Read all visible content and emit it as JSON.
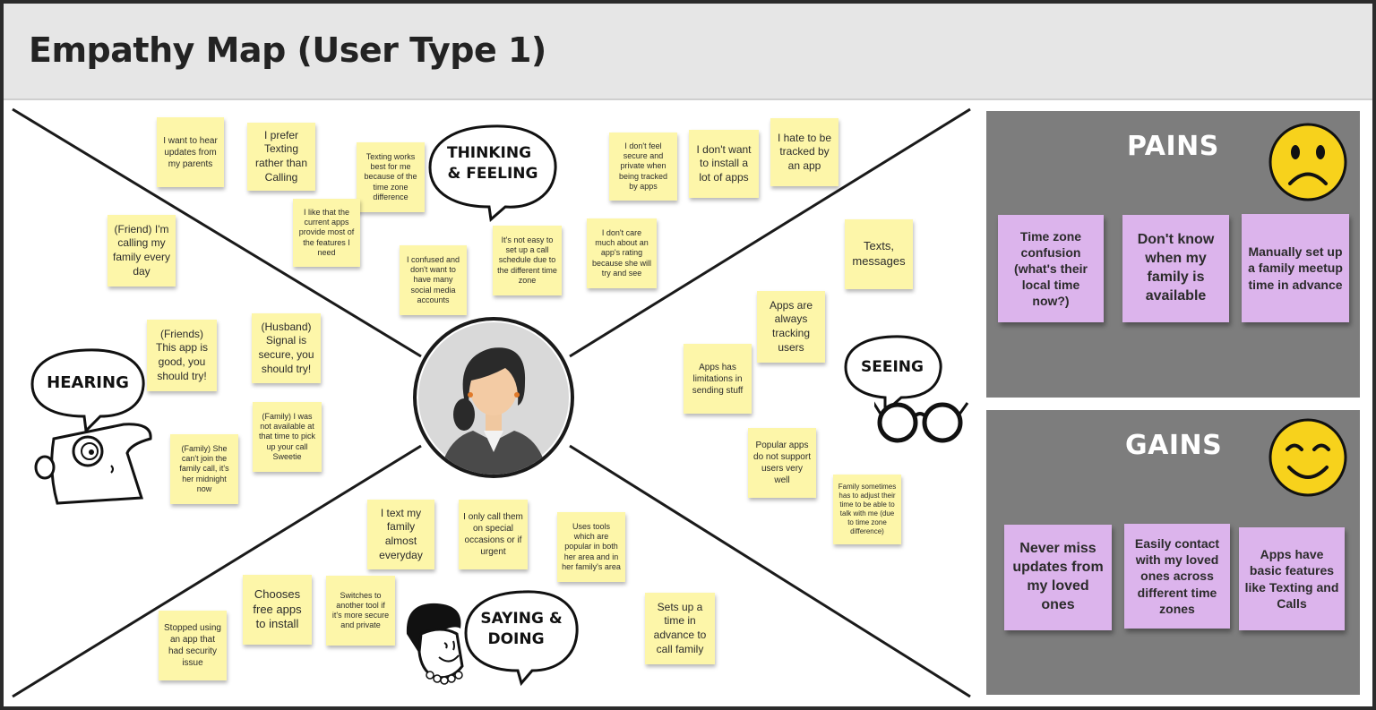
{
  "title": "Empathy Map (User Type 1)",
  "quadrants": {
    "thinking": {
      "label_line1": "THINKING",
      "label_line2": "& FEELING",
      "notes": [
        "I want to hear updates from my parents",
        "I prefer Texting rather than Calling",
        "Texting works best for me because of the time zone difference",
        "I like that the current apps provide most of the features I need",
        "I confused and don't want to have many social media accounts",
        "It's not easy to set up a call schedule due to the different time zone",
        "I don't care much about an app's rating because she will try and see",
        "I don't feel secure and private when being tracked by apps",
        "I don't want to install a lot of apps",
        "I hate to be tracked by an app"
      ]
    },
    "hearing": {
      "label": "HEARING",
      "notes": [
        "(Friend) I'm calling my family every day",
        "(Friends) This app is good, you should try!",
        "(Husband) Signal is secure, you should try!",
        "(Family) I was not available at that time to pick up your call Sweetie",
        "(Family) She can't join the family call, it's her midnight now"
      ]
    },
    "seeing": {
      "label": "SEEING",
      "notes": [
        "Texts, messages",
        "Apps are always tracking users",
        "Apps has limitations in sending stuff",
        "Popular apps do not support users very well",
        "Family sometimes has to adjust their time to be able to talk with me (due to time zone difference)"
      ]
    },
    "saying": {
      "label_line1": "SAYING &",
      "label_line2": "DOING",
      "notes": [
        "I text my family almost everyday",
        "I only call them on special occasions or if urgent",
        "Uses tools which are popular in both her area and in her family's area",
        "Chooses free apps to install",
        "Switches to another tool if it's more secure and private",
        "Stopped using an app that had security issue",
        "Sets up a time in advance to call family"
      ]
    }
  },
  "pains": {
    "title": "PAINS",
    "icon": "sad-face-icon",
    "items": [
      "Time zone confusion (what's their local time now?)",
      "Don't know when my family is available",
      "Manually set up a family meetup time in advance"
    ]
  },
  "gains": {
    "title": "GAINS",
    "icon": "happy-face-icon",
    "items": [
      "Never miss updates from my loved ones",
      "Easily contact with my loved ones across different time zones",
      "Apps have basic features like Texting and Calls"
    ]
  },
  "colors": {
    "sticky": "#fdf6a9",
    "purple": "#dcb4ec",
    "panel": "#7d7d7d",
    "header": "#e6e6e6",
    "emoji": "#f7d21c"
  }
}
